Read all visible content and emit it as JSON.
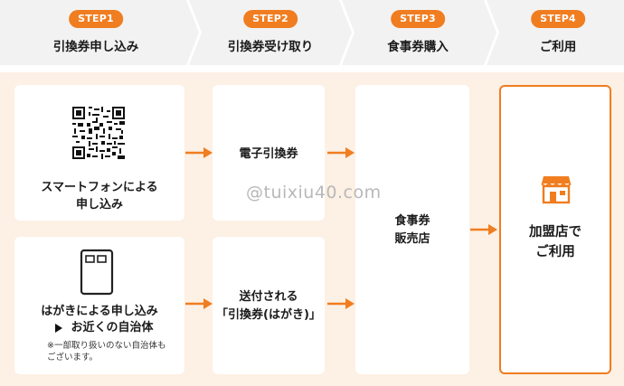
{
  "steps": [
    {
      "badge": "STEP1",
      "label": "引換券申し込み"
    },
    {
      "badge": "STEP2",
      "label": "引換券受け取り"
    },
    {
      "badge": "STEP3",
      "label": "食事券購入"
    },
    {
      "badge": "STEP4",
      "label": "ご利用"
    }
  ],
  "flow": {
    "smartphone": {
      "line1": "スマートフォンによる",
      "line2": "申し込み"
    },
    "postcard": {
      "line1": "はがきによる申し込み",
      "line2": "お近くの自治体",
      "note1": "※一部取り扱いのない自治体も",
      "note2": "ございます。"
    },
    "electronic": {
      "line1": "電子引換券"
    },
    "mailed": {
      "line1": "送付される",
      "line2": "「引換券(はがき)」"
    },
    "store": {
      "line1": "食事券",
      "line2": "販売店"
    },
    "use": {
      "line1": "加盟店で",
      "line2": "ご利用"
    }
  },
  "watermark": "@tuixiu40.com",
  "colors": {
    "accent": "#f07d20",
    "header_bg": "#f2f2f2",
    "flow_bg": "#fdf0e4"
  },
  "icons": [
    "qr-code-icon",
    "postcard-icon",
    "store-icon",
    "arrow-right-icon",
    "play-triangle-icon"
  ]
}
